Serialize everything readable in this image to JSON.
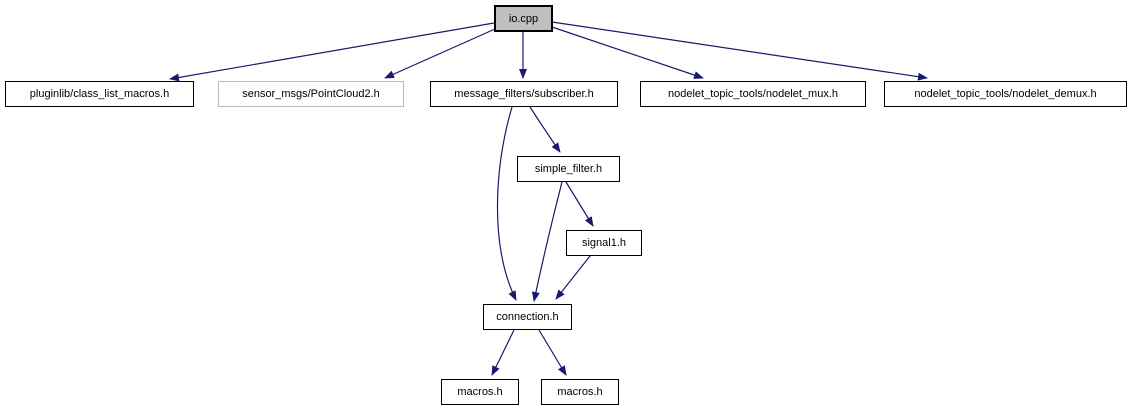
{
  "diagram": {
    "type": "include-dependency-graph",
    "root": "io.cpp",
    "colors": {
      "edge": "#191970",
      "root_fill": "#bfbfbf",
      "node_border": "#000000",
      "external_border": "#b9b9b9",
      "background": "#ffffff",
      "text": "#000000"
    },
    "nodes": {
      "io_cpp": {
        "label": "io.cpp"
      },
      "class_list_macros": {
        "label": "pluginlib/class_list_macros.h"
      },
      "pointcloud2": {
        "label": "sensor_msgs/PointCloud2.h"
      },
      "subscriber": {
        "label": "message_filters/subscriber.h"
      },
      "nodelet_mux": {
        "label": "nodelet_topic_tools/nodelet_mux.h"
      },
      "nodelet_demux": {
        "label": "nodelet_topic_tools/nodelet_demux.h"
      },
      "simple_filter": {
        "label": "simple_filter.h"
      },
      "signal1": {
        "label": "signal1.h"
      },
      "connection": {
        "label": "connection.h"
      },
      "macros_left": {
        "label": "macros.h"
      },
      "macros_right": {
        "label": "macros.h"
      }
    },
    "edges": [
      {
        "from": "io.cpp",
        "to": "pluginlib/class_list_macros.h"
      },
      {
        "from": "io.cpp",
        "to": "sensor_msgs/PointCloud2.h"
      },
      {
        "from": "io.cpp",
        "to": "message_filters/subscriber.h"
      },
      {
        "from": "io.cpp",
        "to": "nodelet_topic_tools/nodelet_mux.h"
      },
      {
        "from": "io.cpp",
        "to": "nodelet_topic_tools/nodelet_demux.h"
      },
      {
        "from": "message_filters/subscriber.h",
        "to": "simple_filter.h"
      },
      {
        "from": "message_filters/subscriber.h",
        "to": "connection.h"
      },
      {
        "from": "simple_filter.h",
        "to": "signal1.h"
      },
      {
        "from": "simple_filter.h",
        "to": "connection.h"
      },
      {
        "from": "signal1.h",
        "to": "connection.h"
      },
      {
        "from": "connection.h",
        "to": "macros.h"
      },
      {
        "from": "connection.h",
        "to": "macros.h"
      }
    ]
  }
}
